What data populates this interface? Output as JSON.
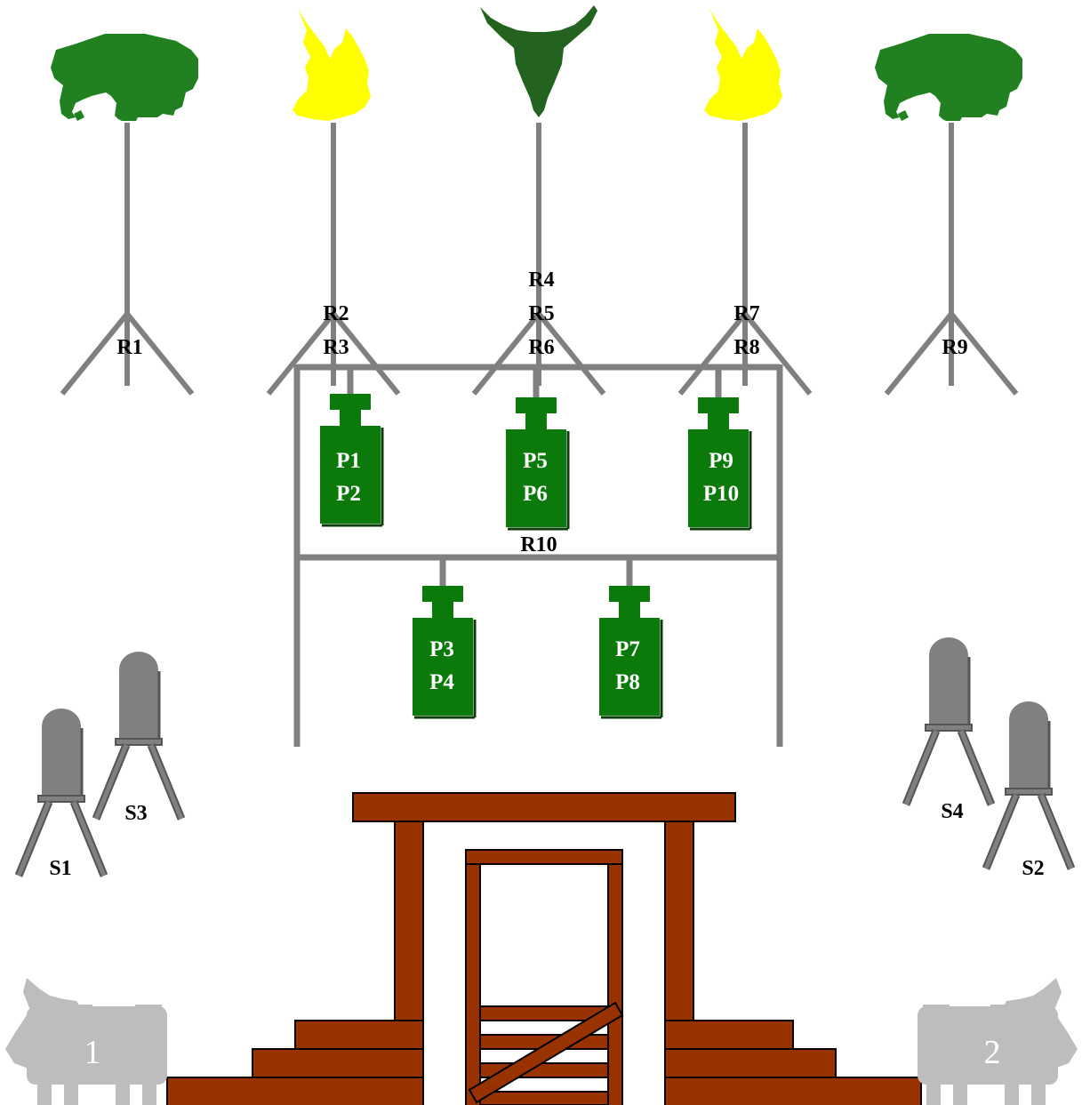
{
  "colors": {
    "bison_green": "#21801f",
    "flame_yellow": "#ffff00",
    "skull_green": "#24621f",
    "stand_gray": "#808080",
    "plate_green": "#0b7a0b",
    "wood_brown": "#983300",
    "cow_gray": "#bdbdbd"
  },
  "targets": {
    "r1": "R1",
    "r2": "R2",
    "r3": "R3",
    "r4": "R4",
    "r5": "R5",
    "r6": "R6",
    "r7": "R7",
    "r8": "R8",
    "r9": "R9",
    "r10": "R10"
  },
  "target_icons": [
    "bison-icon",
    "flame-icon",
    "skull-icon",
    "flame-icon",
    "bison-icon"
  ],
  "plates": {
    "p1": "P1",
    "p2": "P2",
    "p3": "P3",
    "p4": "P4",
    "p5": "P5",
    "p6": "P6",
    "p7": "P7",
    "p8": "P8",
    "p9": "P9",
    "p10": "P10"
  },
  "shotgun_targets": {
    "s1": "S1",
    "s2": "S2",
    "s3": "S3",
    "s4": "S4"
  },
  "start_positions": {
    "left": "1",
    "right": "2"
  }
}
